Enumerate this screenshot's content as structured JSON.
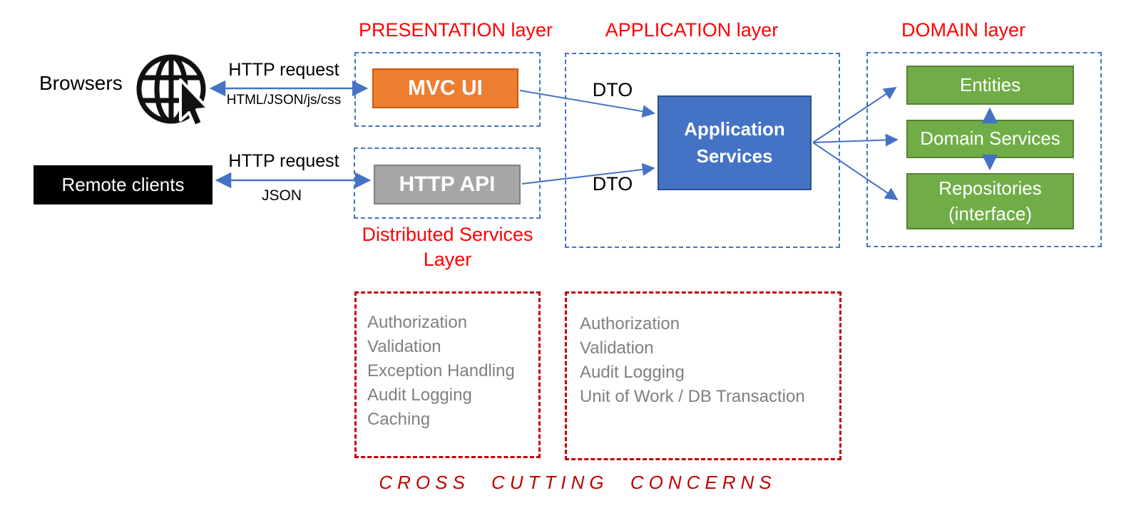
{
  "titles": {
    "presentation": "PRESENTATION layer",
    "application": "APPLICATION layer",
    "domain": "DOMAIN layer",
    "distributed_line1": "Distributed Services",
    "distributed_line2": "Layer",
    "cross_cutting_caption": "CROSS CUTTING CONCERNS"
  },
  "nodes": {
    "browsers": {
      "label": "Browsers"
    },
    "remote_clients": {
      "label": "Remote clients"
    },
    "mvc_ui": {
      "label": "MVC UI"
    },
    "http_api": {
      "label": "HTTP API"
    },
    "application_services": {
      "line1": "Application",
      "line2": "Services"
    },
    "entities": {
      "label": "Entities"
    },
    "domain_services": {
      "label": "Domain Services"
    },
    "repositories": {
      "line1": "Repositories",
      "line2": "(interface)"
    }
  },
  "edge_labels": {
    "browser_arrow_top": "HTTP request",
    "browser_arrow_bottom": "HTML/JSON/js/css",
    "client_arrow_top": "HTTP request",
    "client_arrow_bottom": "JSON",
    "dto_top": "DTO",
    "dto_bottom": "DTO"
  },
  "cross_cutting": {
    "left_items": [
      "Authorization",
      "Validation",
      "Exception Handling",
      "Audit Logging",
      "Caching"
    ],
    "right_items": [
      "Authorization",
      "Validation",
      "Audit Logging",
      "Unit of Work / DB Transaction"
    ]
  },
  "icons": {
    "globe": "globe-with-cursor-icon"
  },
  "colors": {
    "layer_title_red": "#FF0000",
    "dashed_red": "#C00000",
    "dashed_blue": "#4472C4",
    "arrow_blue": "#4472C4",
    "orange_fill": "#ED7D31",
    "orange_border": "#C55A11",
    "gray_fill": "#A6A6A6",
    "gray_border": "#7F7F7F",
    "blue_fill": "#4472C4",
    "blue_border": "#2F528F",
    "green_fill": "#70AD47",
    "green_border": "#548235",
    "muted_text": "#808080",
    "client_box_black": "#000000"
  }
}
